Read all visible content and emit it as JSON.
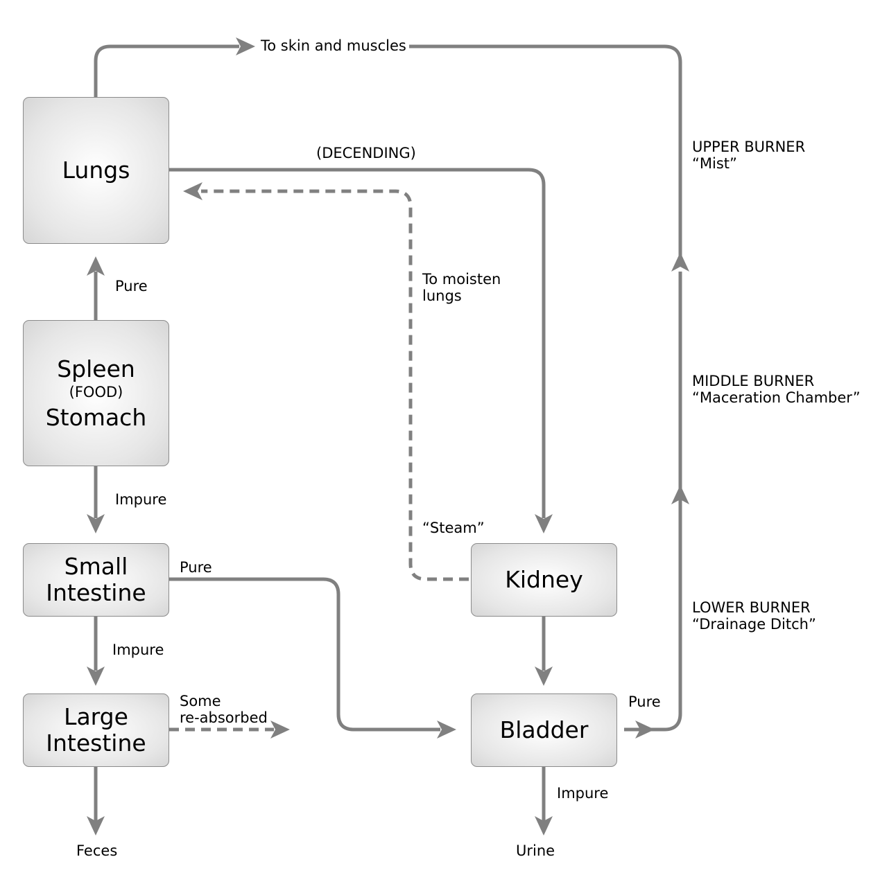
{
  "nodes": {
    "lungs": {
      "title": "Lungs"
    },
    "spleen_stomach": {
      "top": "Spleen",
      "middle": "(FOOD)",
      "bottom": "Stomach"
    },
    "small_intestine": {
      "line1": "Small",
      "line2": "Intestine"
    },
    "large_intestine": {
      "line1": "Large",
      "line2": "Intestine"
    },
    "kidney": {
      "title": "Kidney"
    },
    "bladder": {
      "title": "Bladder"
    }
  },
  "labels": {
    "to_skin": "To skin and muscles",
    "decending": "(DECENDING)",
    "to_moisten_1": "To moisten",
    "to_moisten_2": "lungs",
    "steam": "“Steam”",
    "pure_spleen": "Pure",
    "impure_spleen": "Impure",
    "pure_small": "Pure",
    "impure_small": "Impure",
    "some": "Some",
    "reabsorbed": "re-absorbed",
    "feces": "Feces",
    "pure_bladder": "Pure",
    "impure_bladder": "Impure",
    "urine": "Urine"
  },
  "burners": {
    "upper": {
      "name": "UPPER BURNER",
      "desc": "“Mist”"
    },
    "middle": {
      "name": "MIDDLE BURNER",
      "desc": "“Maceration Chamber”"
    },
    "lower": {
      "name": "LOWER BURNER",
      "desc": "“Drainage Ditch”"
    }
  },
  "colors": {
    "line": "#808080",
    "border": "#8a8a8a"
  }
}
